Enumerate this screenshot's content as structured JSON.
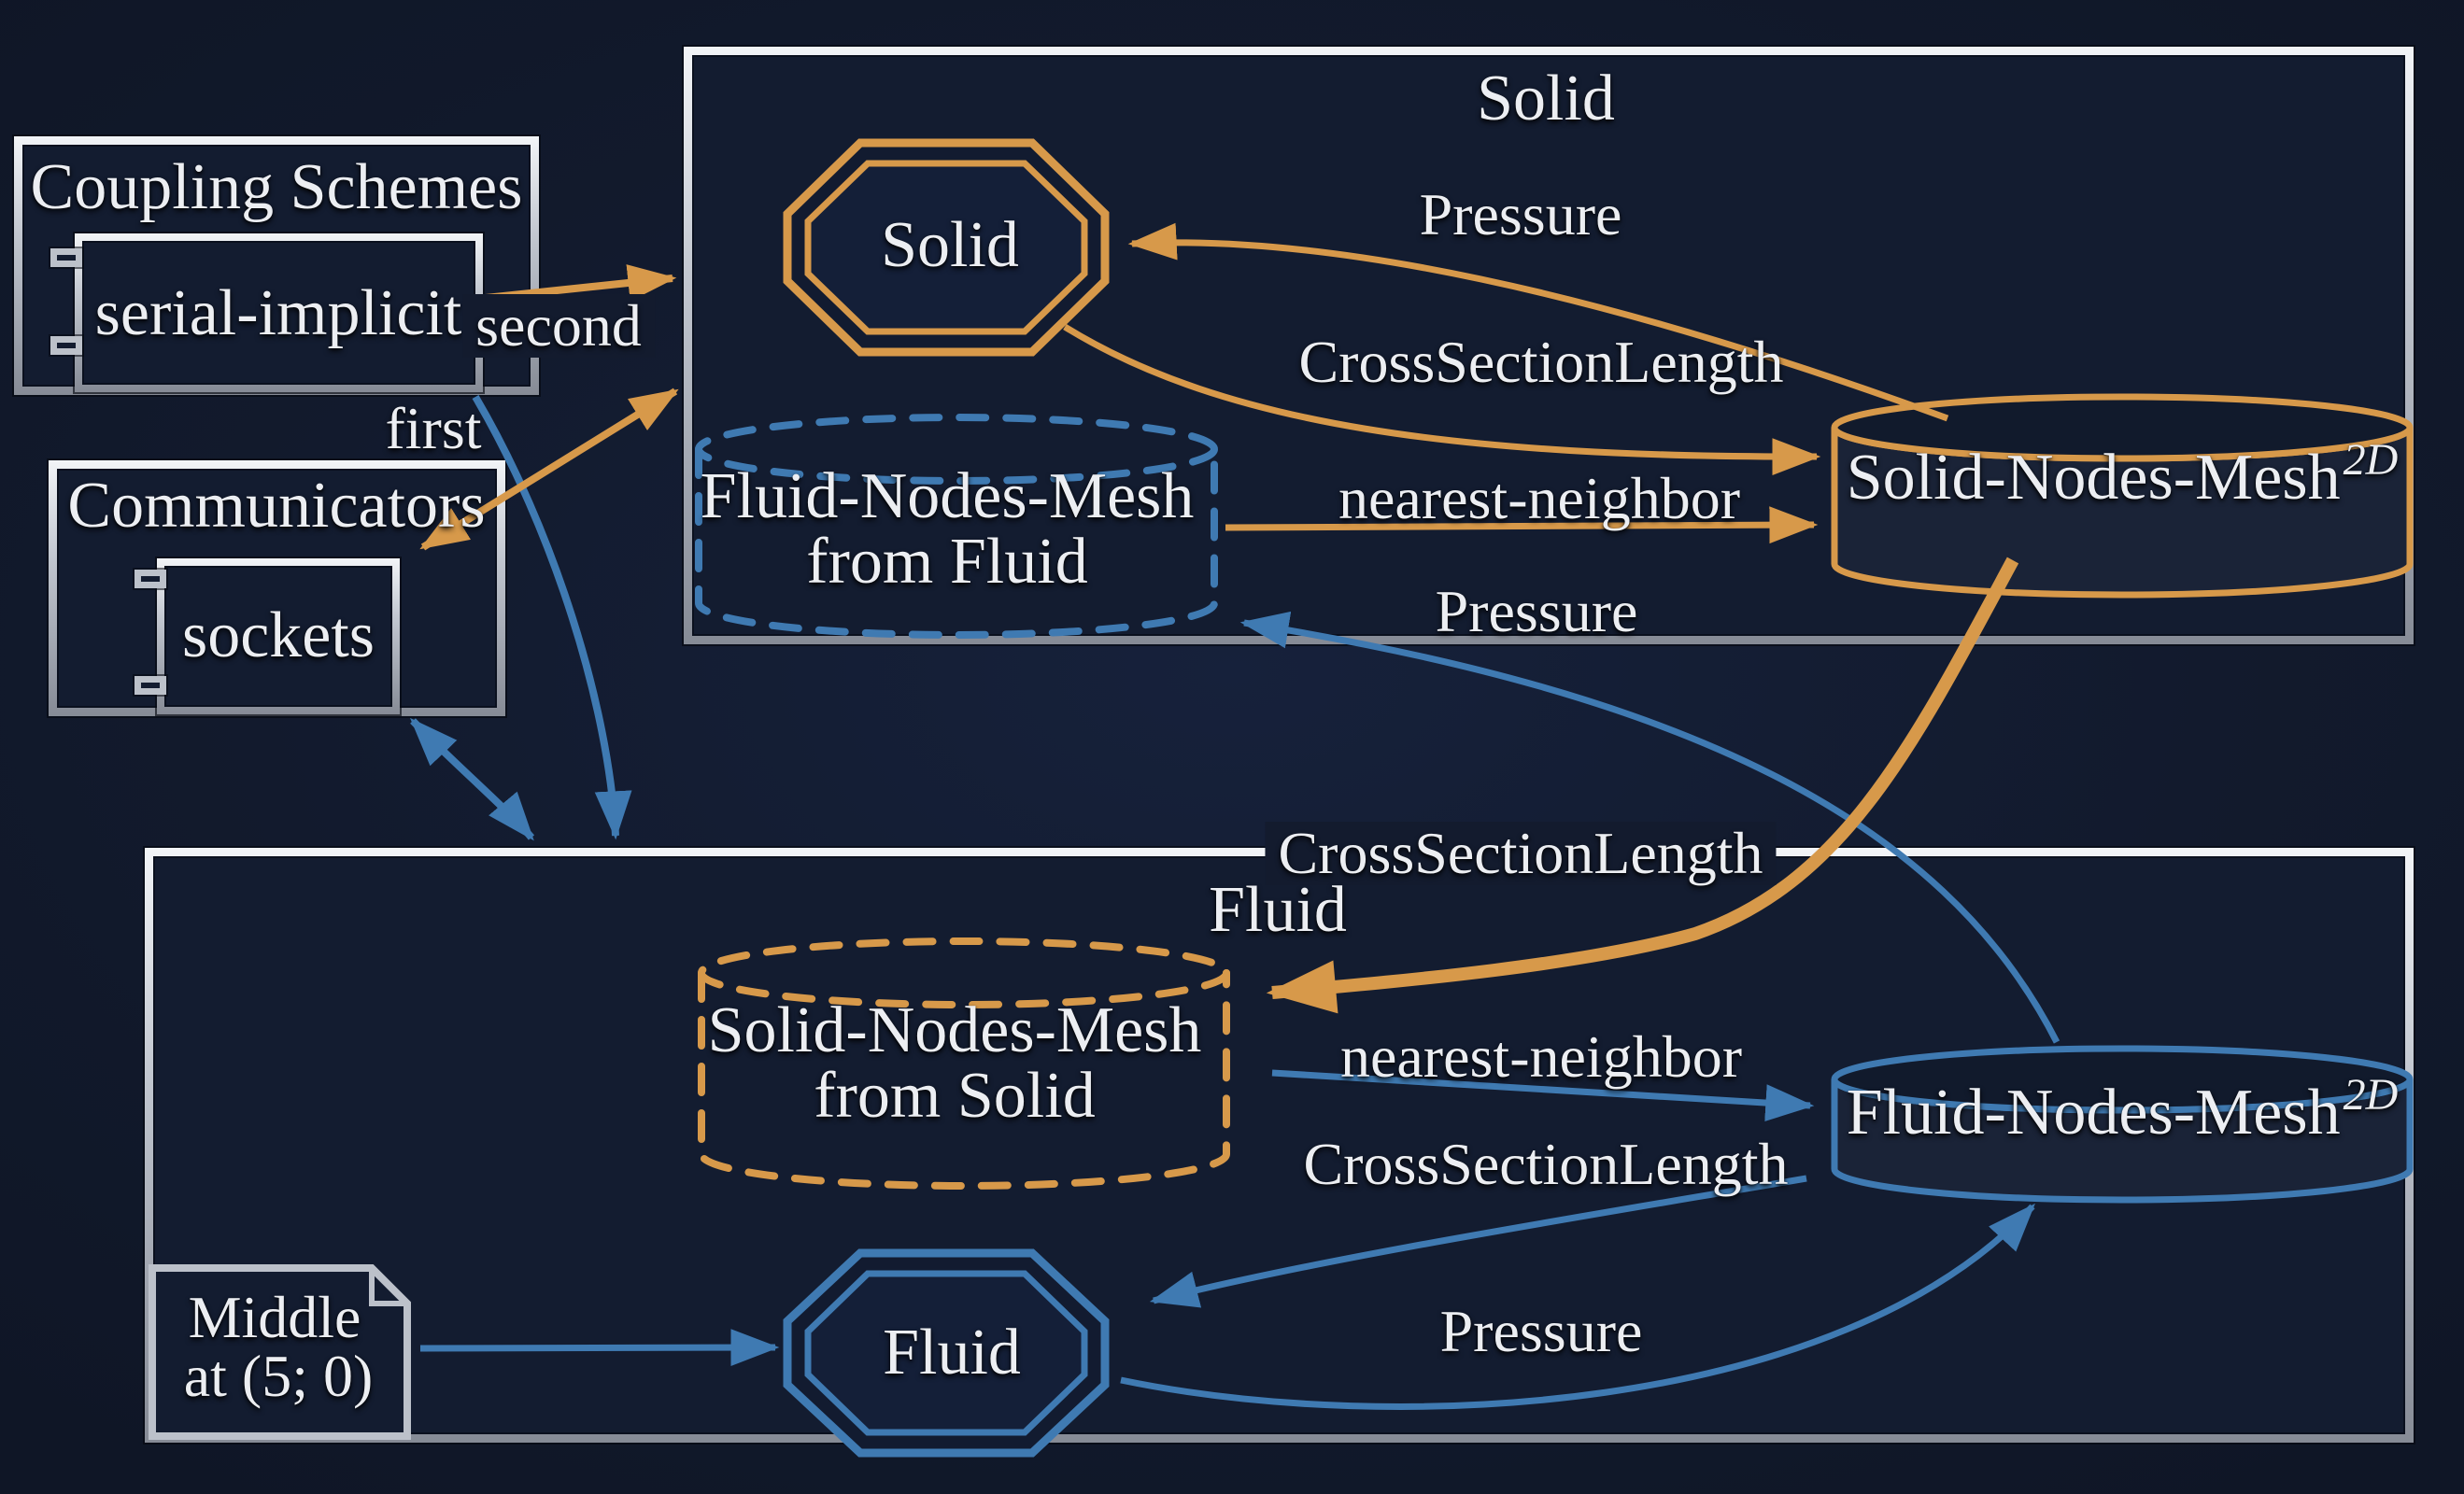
{
  "colors": {
    "background": "#131b2e",
    "orange": "#d7994a",
    "blue": "#3f7ab2",
    "silver": "#bcc1ca",
    "text": "#eceef2"
  },
  "coupling_schemes": {
    "title": "Coupling Schemes",
    "component": "serial-implicit"
  },
  "communicators": {
    "title": "Communicators",
    "component": "sockets"
  },
  "scheme_edges": {
    "second": "second",
    "first": "first"
  },
  "solid_participant": {
    "title": "Solid",
    "octagon_label": "Solid",
    "mesh": {
      "name": "Solid-Nodes-Mesh",
      "sup": "2D"
    },
    "received_mesh": {
      "line1": "Fluid-Nodes-Mesh",
      "line2": "from Fluid"
    },
    "edge_labels": {
      "read": "Pressure",
      "write": "CrossSectionLength",
      "mapping": "nearest-neighbor",
      "incoming": "Pressure"
    }
  },
  "fluid_participant": {
    "title": "Fluid",
    "octagon_label": "Fluid",
    "mesh": {
      "name": "Fluid-Nodes-Mesh",
      "sup": "2D"
    },
    "received_mesh": {
      "line1": "Solid-Nodes-Mesh",
      "line2": "from Solid"
    },
    "note": {
      "line1": "Middle",
      "line2": "at (5; 0)"
    },
    "edge_labels": {
      "read": "CrossSectionLength",
      "write": "Pressure",
      "mapping": "nearest-neighbor",
      "incoming": "CrossSectionLength"
    }
  }
}
